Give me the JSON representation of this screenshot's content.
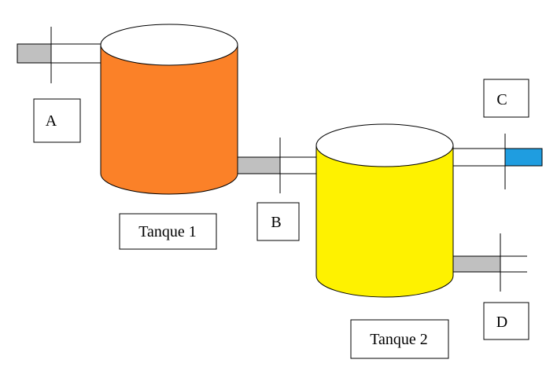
{
  "diagram": {
    "tanks": [
      {
        "label": "Tanque 1",
        "color": "#fb8128"
      },
      {
        "label": "Tanque 2",
        "color": "#fef200"
      }
    ],
    "valves": [
      {
        "label": "A"
      },
      {
        "label": "B"
      },
      {
        "label": "C"
      },
      {
        "label": "D"
      }
    ],
    "colors": {
      "pipe_fill": "#c0c0c0",
      "pipe_outlet_c": "#1f9de0",
      "tank_top": "#ffffff",
      "outline": "#000000"
    }
  }
}
